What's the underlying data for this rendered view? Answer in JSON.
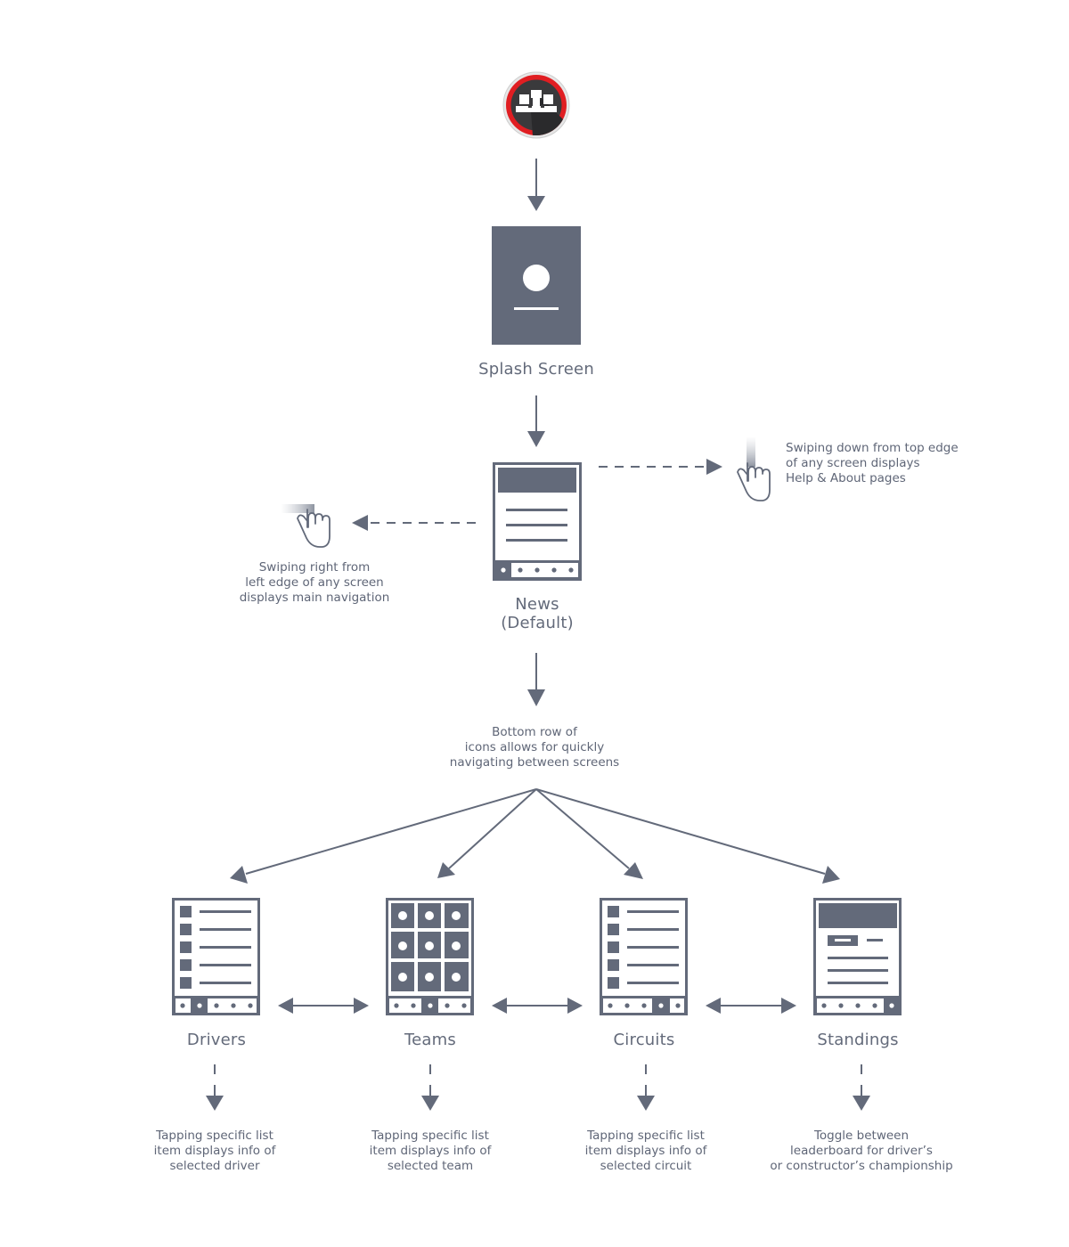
{
  "colors": {
    "ink": "#636a7a",
    "red": "#e01e22",
    "dark": "#3a3a3c"
  },
  "app_icon": {
    "name": "formula-car-icon"
  },
  "nodes": {
    "splash": {
      "label": "Splash Screen"
    },
    "news": {
      "label_lines": [
        "News",
        "(Default)"
      ]
    },
    "drivers": {
      "label": "Drivers"
    },
    "teams": {
      "label": "Teams"
    },
    "circuits": {
      "label": "Circuits"
    },
    "standings": {
      "label": "Standings"
    }
  },
  "notes": {
    "swipe_down": [
      "Swiping down from top edge",
      "of any screen displays",
      "Help & About pages"
    ],
    "swipe_right": [
      "Swiping right from",
      "left edge of any screen",
      "displays main navigation"
    ],
    "bottom_row": [
      "Bottom row of",
      "icons allows for quickly",
      "navigating between screens"
    ],
    "drivers": [
      "Tapping specific list",
      "item displays info of",
      "selected driver"
    ],
    "teams": [
      "Tapping specific list",
      "item displays info of",
      "selected team"
    ],
    "circuits": [
      "Tapping specific list",
      "item displays info of",
      "selected circuit"
    ],
    "standings": [
      "Toggle between",
      "leaderboard for driver’s",
      "or constructor’s championship"
    ]
  }
}
